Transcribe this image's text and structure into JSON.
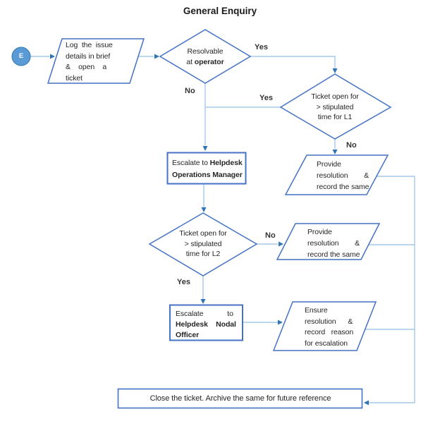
{
  "title": "General Enquiry",
  "colors": {
    "shape_border": "#4472C4",
    "connector": "#A6C9EC",
    "arrowhead": "#2E75B6",
    "start_fill": "#5B9BD5",
    "text": "#262626"
  },
  "start": {
    "label": "E"
  },
  "nodes": {
    "log_ticket": {
      "type": "parallelogram",
      "lines": [
        "Log  the  issue",
        "details in brief",
        "&    open    a",
        "ticket"
      ]
    },
    "resolvable": {
      "type": "decision",
      "line1": "Resolvable",
      "line2_normal": "at ",
      "line2_bold": "operator"
    },
    "l1_open": {
      "type": "decision",
      "lines": [
        "Ticket open for",
        "> stipulated",
        "time for L1"
      ]
    },
    "escalate_ops": {
      "type": "process",
      "line1_normal": "Escalate to ",
      "line1_bold": "Helpdesk",
      "line2_bold": "Operations Manager"
    },
    "provide_l1": {
      "type": "parallelogram",
      "lines": [
        "Provide",
        "resolution        &",
        "record the same"
      ]
    },
    "l2_open": {
      "type": "decision",
      "lines": [
        "Ticket open for",
        "> stipulated",
        "time for L2"
      ]
    },
    "provide_l2": {
      "type": "parallelogram",
      "lines": [
        "Provide",
        "resolution        &",
        "record the same"
      ]
    },
    "escalate_nodal": {
      "type": "process",
      "line1": "Escalate            to",
      "line2_bold": "Helpdesk    Nodal",
      "line3_bold": "Officer"
    },
    "ensure": {
      "type": "parallelogram",
      "lines": [
        "Ensure",
        "resolution      &",
        "record   reason",
        "for escalation"
      ]
    },
    "close": {
      "type": "terminator",
      "label": "Close the ticket. Archive the same for future reference"
    }
  },
  "edges": {
    "d1_yes": "Yes",
    "d1_no": "No",
    "l1_yes": "Yes",
    "l1_no": "No",
    "l2_no": "No",
    "l2_yes": "Yes"
  }
}
